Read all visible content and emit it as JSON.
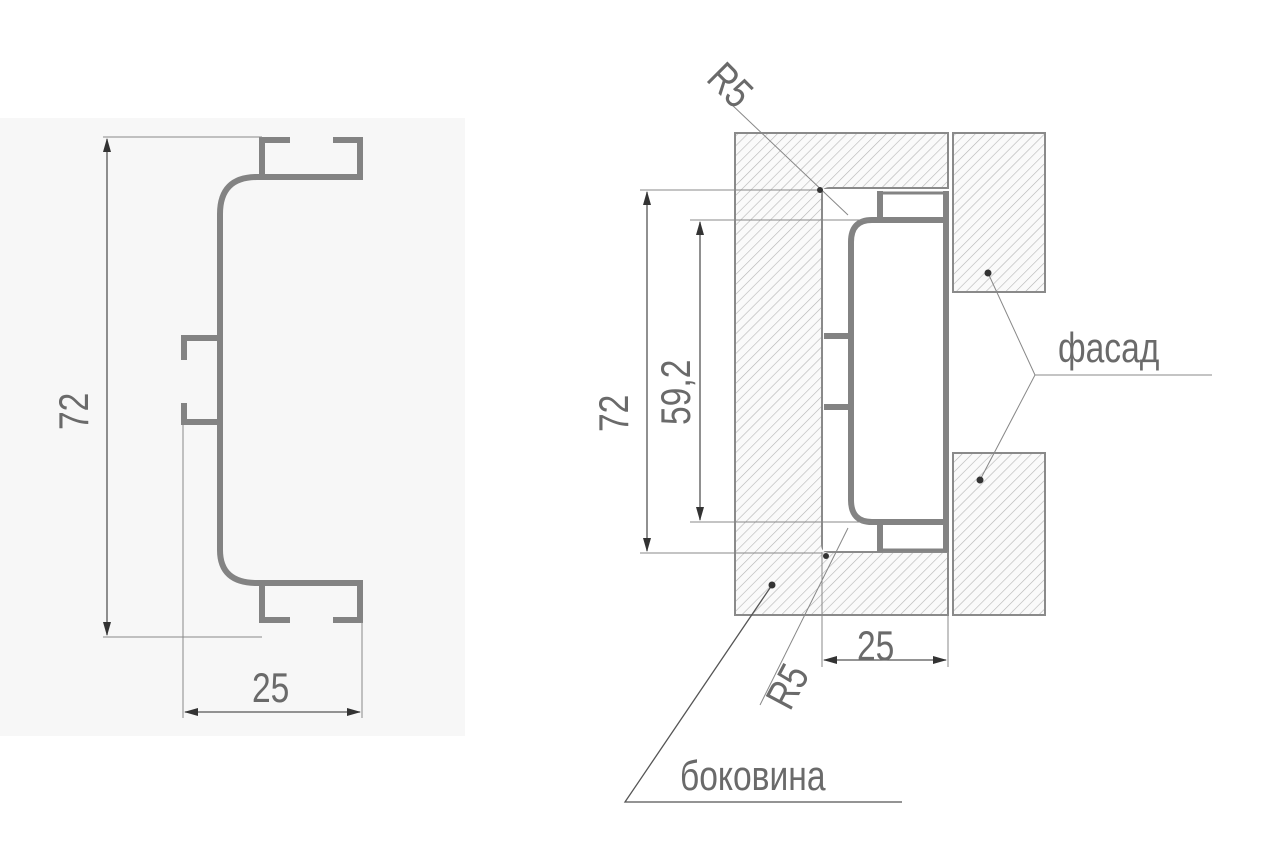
{
  "left_drawing": {
    "height_dim": "72",
    "width_dim": "25"
  },
  "right_drawing": {
    "outer_height_dim": "72",
    "inner_height_dim": "59,2",
    "width_dim": "25",
    "radius_top": "R5",
    "radius_bottom": "R5",
    "facade_label": "фасад",
    "side_label": "боковина"
  },
  "colors": {
    "profile": "#838383",
    "text": "#6a6a6a",
    "panel_bg": "#f7f7f7"
  }
}
